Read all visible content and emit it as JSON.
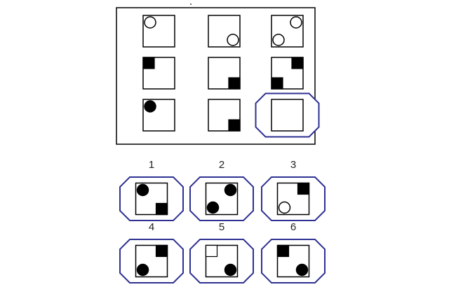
{
  "colors": {
    "stroke": "#000000",
    "fill": "#000000",
    "frame": "#2e3192",
    "background": "#ffffff"
  },
  "puzzle": {
    "grid_rows": 3,
    "grid_cols": 3,
    "cells": [
      [
        {
          "shapes": [
            {
              "kind": "circle-outline",
              "pos": "top-left"
            }
          ]
        },
        {
          "shapes": [
            {
              "kind": "circle-outline",
              "pos": "bottom-right"
            }
          ]
        },
        {
          "shapes": [
            {
              "kind": "circle-outline",
              "pos": "top-right"
            },
            {
              "kind": "circle-outline",
              "pos": "bottom-left"
            }
          ]
        }
      ],
      [
        {
          "shapes": [
            {
              "kind": "square-filled",
              "pos": "top-left"
            }
          ]
        },
        {
          "shapes": [
            {
              "kind": "square-filled",
              "pos": "bottom-right"
            }
          ]
        },
        {
          "shapes": [
            {
              "kind": "square-filled",
              "pos": "top-right"
            },
            {
              "kind": "square-filled",
              "pos": "bottom-left"
            }
          ]
        }
      ],
      [
        {
          "shapes": [
            {
              "kind": "circle-filled",
              "pos": "top-left"
            }
          ]
        },
        {
          "shapes": [
            {
              "kind": "square-filled",
              "pos": "bottom-right"
            }
          ]
        },
        {
          "missing": true,
          "shapes": []
        }
      ]
    ]
  },
  "options": [
    {
      "label": "1",
      "shapes": [
        {
          "kind": "circle-filled",
          "pos": "top-left"
        },
        {
          "kind": "square-filled",
          "pos": "bottom-right"
        }
      ]
    },
    {
      "label": "2",
      "shapes": [
        {
          "kind": "circle-filled",
          "pos": "top-right"
        },
        {
          "kind": "circle-filled",
          "pos": "bottom-left"
        }
      ]
    },
    {
      "label": "3",
      "shapes": [
        {
          "kind": "square-filled",
          "pos": "top-right"
        },
        {
          "kind": "circle-outline",
          "pos": "bottom-left"
        }
      ]
    },
    {
      "label": "4",
      "shapes": [
        {
          "kind": "square-filled",
          "pos": "top-right"
        },
        {
          "kind": "circle-filled",
          "pos": "bottom-left"
        }
      ]
    },
    {
      "label": "5",
      "shapes": [
        {
          "kind": "square-outline",
          "pos": "top-left"
        },
        {
          "kind": "circle-filled",
          "pos": "bottom-right"
        }
      ]
    },
    {
      "label": "6",
      "shapes": [
        {
          "kind": "square-filled",
          "pos": "top-left"
        },
        {
          "kind": "circle-filled",
          "pos": "bottom-right"
        }
      ]
    }
  ]
}
